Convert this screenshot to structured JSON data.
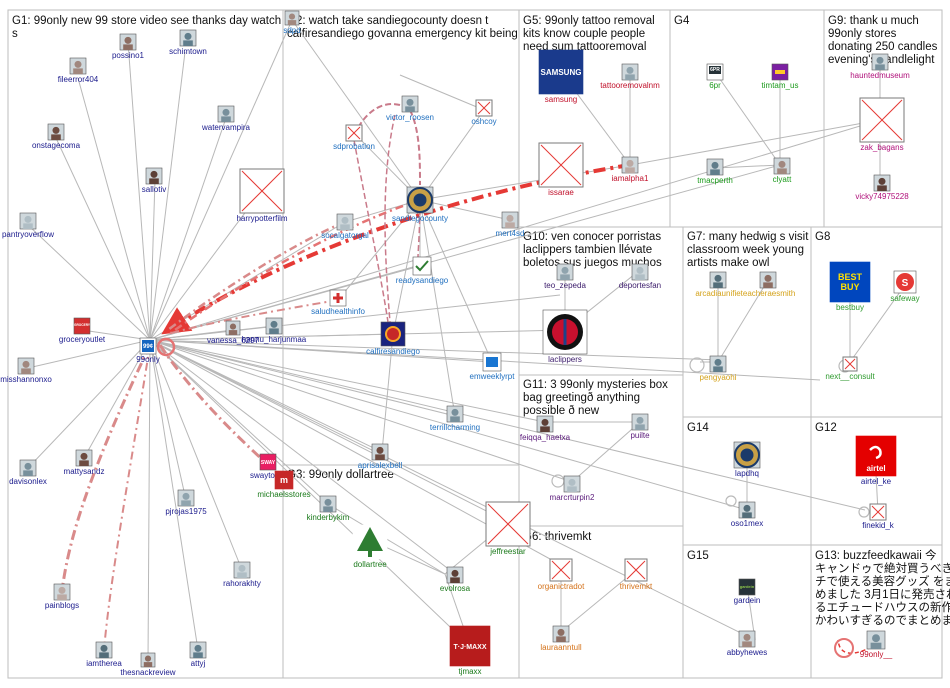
{
  "colors": {
    "box_border": "#bdbdbd",
    "edge_gray": "#b8b8b8",
    "edge_red_strong": "#e53935",
    "edge_red_soft": "#d98a8a",
    "edge_pink": "#c97a8a",
    "label_g1": "#1a1a8c",
    "label_g2": "#1f6fbf",
    "label_g3": "#1b7a1b",
    "label_g4": "#1b9a1b",
    "label_g5": "#c0102a",
    "label_g6": "#d4721a",
    "label_g7": "#d4a21a",
    "label_g8": "#2e9a2e",
    "label_g9": "#b0107a",
    "label_g10": "#3a1a6a",
    "label_g11": "#5a1a7a",
    "label_g12": "#1a1a8c",
    "label_g13": "#c0102a"
  },
  "groups": [
    {
      "id": "G1",
      "title": "G1: 99only new 99 store video see thanks day watch",
      "title2": "s"
    },
    {
      "id": "G2",
      "title": "G2: watch take sandiegocounty doesn t",
      "title2": "calfiresandiego govanna emergency kit being"
    },
    {
      "id": "G5",
      "title": "G5: 99only tattoo removal",
      "title2": "kits know couple people",
      "title3": "need sum tattooremoval"
    },
    {
      "id": "G4",
      "title": "G4"
    },
    {
      "id": "G9",
      "title": "G9: thank u much",
      "title2": "99only stores",
      "title3": "donating 250 candles",
      "title4": "evening's candlelight"
    },
    {
      "id": "G10",
      "title": "G10: ven conocer porristas",
      "title2": "laclippers tambien llévate",
      "title3": "boletos sus juegos muchos"
    },
    {
      "id": "G7",
      "title": "G7: many hedwig s visit",
      "title2": "classroom week young",
      "title3": "artists make owl"
    },
    {
      "id": "G8",
      "title": "G8"
    },
    {
      "id": "G11",
      "title": "G11: 3 99only mysteries box",
      "title2": "bag greetingð anything",
      "title3": "possible ð new"
    },
    {
      "id": "G14",
      "title": "G14"
    },
    {
      "id": "G12",
      "title": "G12"
    },
    {
      "id": "G3",
      "title": "G3: 99only dollartree"
    },
    {
      "id": "G6",
      "title": "G6: thrivemkt"
    },
    {
      "id": "G15",
      "title": "G15"
    },
    {
      "id": "G13",
      "title": "G13: buzzfeedkawaii 今",
      "title2": "キャンドゥで絶対買うべき ガ",
      "title3": "チで使える美容グッズ をまと",
      "title4": "めました 3月1日に発売され",
      "title5": "るエチュードハウスの新作が",
      "title6": "かわいすぎるのでまとめました"
    }
  ],
  "nodes": [
    {
      "id": "possino1",
      "label": "possino1",
      "group": "G1"
    },
    {
      "id": "schimtown",
      "label": "schimtown",
      "group": "G1"
    },
    {
      "id": "fileerror404",
      "label": "fileerror404",
      "group": "G1"
    },
    {
      "id": "watervampira",
      "label": "watervampira",
      "group": "G1"
    },
    {
      "id": "onstagecoma",
      "label": "onstagecoma",
      "group": "G1"
    },
    {
      "id": "sallotiv",
      "label": "sallotiv",
      "group": "G1"
    },
    {
      "id": "harrypotterfilm",
      "label": "harrypotterfilm",
      "group": "G1"
    },
    {
      "id": "pantryoverflow",
      "label": "pantryoverflow",
      "group": "G1"
    },
    {
      "id": "groceryoutlet",
      "label": "groceryoutlet",
      "group": "G1"
    },
    {
      "id": "99only",
      "label": "99only",
      "group": "G1"
    },
    {
      "id": "vanessa",
      "label": "vanessa_6297",
      "group": "G1"
    },
    {
      "id": "hannu",
      "label": "hannu_harjunmaa",
      "group": "G1"
    },
    {
      "id": "misshannonxo",
      "label": "misshannonxo",
      "group": "G1"
    },
    {
      "id": "davisonlex",
      "label": "davisonlex",
      "group": "G1"
    },
    {
      "id": "mattysandz",
      "label": "mattysandz",
      "group": "G1"
    },
    {
      "id": "swaytothe",
      "label": "swaytothe",
      "group": "G1"
    },
    {
      "id": "pjrojas1975",
      "label": "pjrojas1975",
      "group": "G1"
    },
    {
      "id": "rahorakhty",
      "label": "rahorakhty",
      "group": "G1"
    },
    {
      "id": "painblogs",
      "label": "painblogs",
      "group": "G1"
    },
    {
      "id": "iamtherea",
      "label": "iamtherea",
      "group": "G1"
    },
    {
      "id": "thesnackreview",
      "label": "thesnackreview",
      "group": "G1"
    },
    {
      "id": "attyj",
      "label": "attyj",
      "group": "G1"
    },
    {
      "id": "sdpo",
      "label": "sdpd",
      "group": "G2"
    },
    {
      "id": "victor_roosen",
      "label": "victor_roosen",
      "group": "G2"
    },
    {
      "id": "sdprobation",
      "label": "sdprobation",
      "group": "G2"
    },
    {
      "id": "oshcoy",
      "label": "oshcoy",
      "group": "G2"
    },
    {
      "id": "sandiegocounty",
      "label": "sandiegocounty",
      "group": "G2"
    },
    {
      "id": "socalgatorgal",
      "label": "socalgatorgal",
      "group": "G2"
    },
    {
      "id": "mert4sd",
      "label": "mert4sd",
      "group": "G2"
    },
    {
      "id": "readysandiego",
      "label": "readysandiego",
      "group": "G2"
    },
    {
      "id": "saludhealthinfo",
      "label": "saludhealthinfo",
      "group": "G2"
    },
    {
      "id": "calfiresandiego",
      "label": "calfiresandiego",
      "group": "G2"
    },
    {
      "id": "emweeklyrpt",
      "label": "emweeklyrpt",
      "group": "G2"
    },
    {
      "id": "terrillcharming",
      "label": "terrillcharming",
      "group": "G2"
    },
    {
      "id": "aprisalexbell",
      "label": "aprisalexbell",
      "group": "G2"
    },
    {
      "id": "samsung",
      "label": "samsung",
      "group": "G5"
    },
    {
      "id": "tattooremovalnm",
      "label": "tattooremovalnm",
      "group": "G5"
    },
    {
      "id": "issarae",
      "label": "issarae",
      "group": "G5"
    },
    {
      "id": "iamalpha1",
      "label": "iamalpha1",
      "group": "G5"
    },
    {
      "id": "6pr",
      "label": "6pr",
      "group": "G4"
    },
    {
      "id": "timtam_us",
      "label": "timtam_us",
      "group": "G4"
    },
    {
      "id": "tmacperth",
      "label": "tmacperth",
      "group": "G4"
    },
    {
      "id": "clyatt",
      "label": "clyatt",
      "group": "G4"
    },
    {
      "id": "hauntedmuseum",
      "label": "hauntedmuseum",
      "group": "G9"
    },
    {
      "id": "zak_bagans",
      "label": "zak_bagans",
      "group": "G9"
    },
    {
      "id": "vicky",
      "label": "vicky74975228",
      "group": "G9"
    },
    {
      "id": "teo_zepeda",
      "label": "teo_zepeda",
      "group": "G10"
    },
    {
      "id": "deportesfan",
      "label": "deportesfan",
      "group": "G10"
    },
    {
      "id": "laclippers",
      "label": "laclippers",
      "group": "G10"
    },
    {
      "id": "arcadiaunifie",
      "label": "arcadiaunifie",
      "group": "G7"
    },
    {
      "id": "teacheraesmith",
      "label": "teacheraesmith",
      "group": "G7"
    },
    {
      "id": "pengyaohi",
      "label": "pengyaohi",
      "group": "G7"
    },
    {
      "id": "bestbuy",
      "label": "bestbuy",
      "group": "G8"
    },
    {
      "id": "safeway",
      "label": "safeway",
      "group": "G8"
    },
    {
      "id": "next_consult",
      "label": "next__consult",
      "group": "G8"
    },
    {
      "id": "feiqqa",
      "label": "feiqqa_haetxa",
      "group": "G11"
    },
    {
      "id": "puilte",
      "label": "puilte",
      "group": "G11"
    },
    {
      "id": "marcrturpin2",
      "label": "marcrturpin2",
      "group": "G11"
    },
    {
      "id": "lapdhq",
      "label": "lapdhq",
      "group": "G14"
    },
    {
      "id": "oso1mex",
      "label": "oso1mex",
      "group": "G14"
    },
    {
      "id": "airtel_ke",
      "label": "airtel_ke",
      "group": "G12"
    },
    {
      "id": "finekid_k",
      "label": "finekid_k",
      "group": "G12"
    },
    {
      "id": "michaelsstores",
      "label": "michaelsstores",
      "group": "G3"
    },
    {
      "id": "kinderbykim",
      "label": "kinderbykim",
      "group": "G3"
    },
    {
      "id": "dollartree",
      "label": "dollartree",
      "group": "G3"
    },
    {
      "id": "evolrosa",
      "label": "evolrosa",
      "group": "G3"
    },
    {
      "id": "jeffreestar",
      "label": "jeffreestar",
      "group": "G3"
    },
    {
      "id": "tjmaxx",
      "label": "tjmaxx",
      "group": "G3"
    },
    {
      "id": "organictradot",
      "label": "organictradot",
      "group": "G6"
    },
    {
      "id": "thrivemkt",
      "label": "thrivemkt",
      "group": "G6"
    },
    {
      "id": "lauraanntull",
      "label": "lauraanntull",
      "group": "G6"
    },
    {
      "id": "gardein",
      "label": "gardein",
      "group": "G15"
    },
    {
      "id": "abbyhewes",
      "label": "abbyhewes",
      "group": "G15"
    },
    {
      "id": "99only__",
      "label": "99only__",
      "group": "G13"
    }
  ],
  "logos": {
    "samsung": "SAMSUNG",
    "bestbuy_1": "BEST",
    "bestbuy_2": "BUY",
    "airtel": "airtel",
    "tjmaxx": "T·J·MAXX",
    "swaytothe": "SWAY",
    "gardein": "gardein",
    "6pr": "6PR",
    "readysandiego": "Ready San Diego",
    "groceryoutlet": "GROCERY OUTLET",
    "99only_logo": "99¢"
  }
}
